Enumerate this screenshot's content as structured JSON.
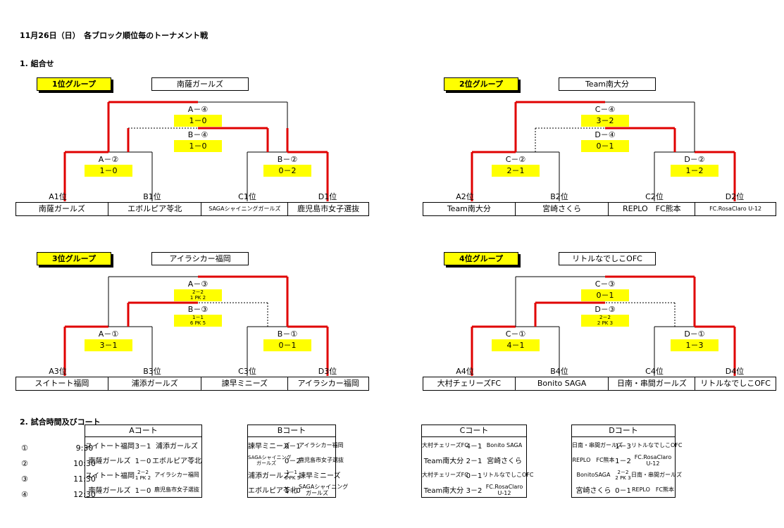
{
  "title": "11月26日（日）　各ブロック順位毎のトーナメント戦",
  "section1": "1. 組合せ",
  "section2": "2. 試合時間及びコート",
  "groups": [
    {
      "label": "1位グループ",
      "winner": "南薩ガールズ",
      "final": {
        "label": "A－④",
        "score": "1－0"
      },
      "third": {
        "label": "B－④",
        "score": "1－0"
      },
      "semiL": {
        "label": "A－②",
        "score": "1－0"
      },
      "semiR": {
        "label": "B－②",
        "score": "0－2"
      },
      "seeds": [
        "A1位",
        "B1位",
        "C1位",
        "D1位"
      ],
      "teams": [
        "南薩ガールズ",
        "エボルピア苓北",
        "SAGAシャイニングガールズ",
        "鹿児島市女子選抜"
      ]
    },
    {
      "label": "2位グループ",
      "winner": "Team南大分",
      "final": {
        "label": "C－④",
        "score": "3－2"
      },
      "third": {
        "label": "D－④",
        "score": "0－1"
      },
      "semiL": {
        "label": "C－②",
        "score": "2－1"
      },
      "semiR": {
        "label": "D－②",
        "score": "1－2"
      },
      "seeds": [
        "A2位",
        "B2位",
        "C2位",
        "D2位"
      ],
      "teams": [
        "Team南大分",
        "宮崎さくら",
        "REPLO　FC熊本",
        "FC.RosaClaro U-12"
      ]
    },
    {
      "label": "3位グループ",
      "winner": "アイラシカー福岡",
      "final": {
        "label": "A－③",
        "score1": "2－2",
        "score2": "1 PK 2"
      },
      "third": {
        "label": "B－③",
        "score1": "1－1",
        "score2": "6 PK 5"
      },
      "semiL": {
        "label": "A－①",
        "score": "3－1"
      },
      "semiR": {
        "label": "B－①",
        "score": "0－1"
      },
      "seeds": [
        "A3位",
        "B3位",
        "C3位",
        "D3位"
      ],
      "teams": [
        "スイトート福岡",
        "浦添ガールズ",
        "諫早ミニーズ",
        "アイラシカー福岡"
      ]
    },
    {
      "label": "4位グループ",
      "winner": "リトルなでしこOFC",
      "final": {
        "label": "C－③",
        "score": "0－1"
      },
      "third": {
        "label": "D－③",
        "score1": "2－2",
        "score2": "2 PK 3"
      },
      "semiL": {
        "label": "C－①",
        "score": "4－1"
      },
      "semiR": {
        "label": "D－①",
        "score": "1－3"
      },
      "seeds": [
        "A4位",
        "B4位",
        "C4位",
        "D4位"
      ],
      "teams": [
        "大村チェリーズFC",
        "Bonito SAGA",
        "日南・串間ガールズ",
        "リトルなでしこOFC"
      ]
    }
  ],
  "times": [
    {
      "num": "①",
      "time": "9:30"
    },
    {
      "num": "②",
      "time": "10:30"
    },
    {
      "num": "③",
      "time": "11:30"
    },
    {
      "num": "④",
      "time": "12:30"
    }
  ],
  "courts": [
    {
      "name": "Aコート",
      "rows": [
        {
          "home": "スイトート福岡",
          "score": "3－1",
          "away": "浦添ガールズ"
        },
        {
          "home": "南薩ガールズ",
          "score": "1－0",
          "away": "エボルピア苓北"
        },
        {
          "home": "スイトート福岡",
          "score1": "2－2",
          "score2": "1 PK 2",
          "away": "アイラシカー福岡"
        },
        {
          "home": "南薩ガールズ",
          "score": "1－0",
          "away": "鹿児島市女子選抜"
        }
      ]
    },
    {
      "name": "Bコート",
      "rows": [
        {
          "home": "諫早ミニーズ",
          "score": "0－1",
          "away": "アイラシカー福岡"
        },
        {
          "home1": "SAGAシャイニング",
          "home2": "ガールズ",
          "score": "0－2",
          "away": "鹿児島市女子選抜"
        },
        {
          "home": "浦添ガールズ",
          "score1": "1－1",
          "score2": "6 PK 5",
          "away": "諫早ミニーズ"
        },
        {
          "home": "エボルピア苓北",
          "score": "1－0",
          "away1": "SAGAシャイニング",
          "away2": "ガールズ"
        }
      ]
    },
    {
      "name": "Cコート",
      "rows": [
        {
          "home": "大村チェリーズFC",
          "score": "4－1",
          "away": "Bonito SAGA"
        },
        {
          "home": "Team南大分",
          "score": "2－1",
          "away": "宮崎さくら"
        },
        {
          "home": "大村チェリーズFC",
          "score": "0－1",
          "away": "リトルなでしこOFC"
        },
        {
          "home": "Team南大分",
          "score": "3－2",
          "away1": "FC.RosaClaro",
          "away2": "U-12"
        }
      ]
    },
    {
      "name": "Dコート",
      "rows": [
        {
          "home": "日南・串間ガールズ",
          "score": "1－3",
          "away": "リトルなでしこOFC"
        },
        {
          "home": "REPLO　FC熊本",
          "score": "1－2",
          "away1": "FC.RosaClaro",
          "away2": "U-12"
        },
        {
          "home": "BonitoSAGA",
          "score1": "2－2",
          "score2": "2 PK 3",
          "away": "日南・串間ガールズ"
        },
        {
          "home": "宮崎さくら",
          "score": "0－1",
          "away": "REPLO　FC熊本"
        }
      ]
    }
  ]
}
